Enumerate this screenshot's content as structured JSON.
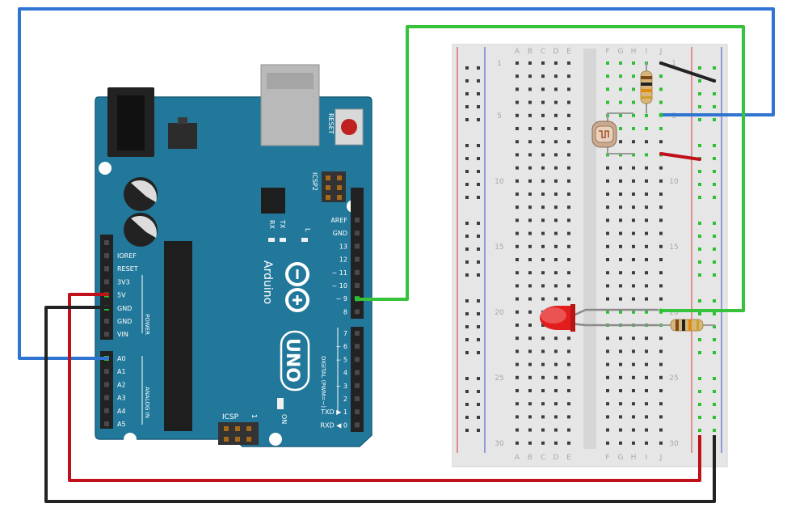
{
  "colors": {
    "board": "#22789b",
    "board_edge": "#1b5f7a",
    "breadboard": "#e6e6e6",
    "rail_red": "#d23b3b",
    "rail_blue": "#3a50c8",
    "hole": "#3d3d3d",
    "hole_connected": "#2ec034",
    "wire_blue": "#2f74d0",
    "wire_green": "#36c23a",
    "wire_red": "#c0101a",
    "wire_black": "#222222",
    "led_red": "#e21d1d"
  },
  "arduino": {
    "brand": "Arduino",
    "model": "UNO",
    "reset_label": "RESET",
    "icsp_label": "ICSP",
    "icsp2_label": "ICSP2",
    "on_label": "ON",
    "tx_label": "TX",
    "rx_label": "RX",
    "l_label": "L",
    "power_label": "POWER",
    "analog_label": "ANALOG IN",
    "digital_label": "DIGITAL (PWM=~)",
    "icsp_one": "1",
    "power_pins": [
      "IOREF",
      "RESET",
      "3V3",
      "5V",
      "GND",
      "GND",
      "VIN"
    ],
    "analog_pins": [
      "A0",
      "A1",
      "A2",
      "A3",
      "A4",
      "A5"
    ],
    "digital_pins_upper": [
      "AREF",
      "GND",
      "13",
      "12",
      "~ 11",
      "~ 10",
      "~ 9",
      "8"
    ],
    "digital_pins_lower": [
      "7",
      "~ 6",
      "~ 5",
      "4",
      "~ 3",
      "2",
      "TXD ▶ 1",
      "RXD ◀ 0"
    ]
  },
  "breadboard": {
    "left_columns": [
      "A",
      "B",
      "C",
      "D",
      "E"
    ],
    "right_columns": [
      "F",
      "G",
      "H",
      "I",
      "J"
    ],
    "row_numbers": [
      "1",
      "5",
      "10",
      "15",
      "20",
      "25",
      "30"
    ]
  },
  "components": {
    "led": "led-red-icon",
    "photoresistor": "photoresistor-icon",
    "resistor_top": "resistor-icon",
    "resistor_bottom": "resistor-icon"
  }
}
